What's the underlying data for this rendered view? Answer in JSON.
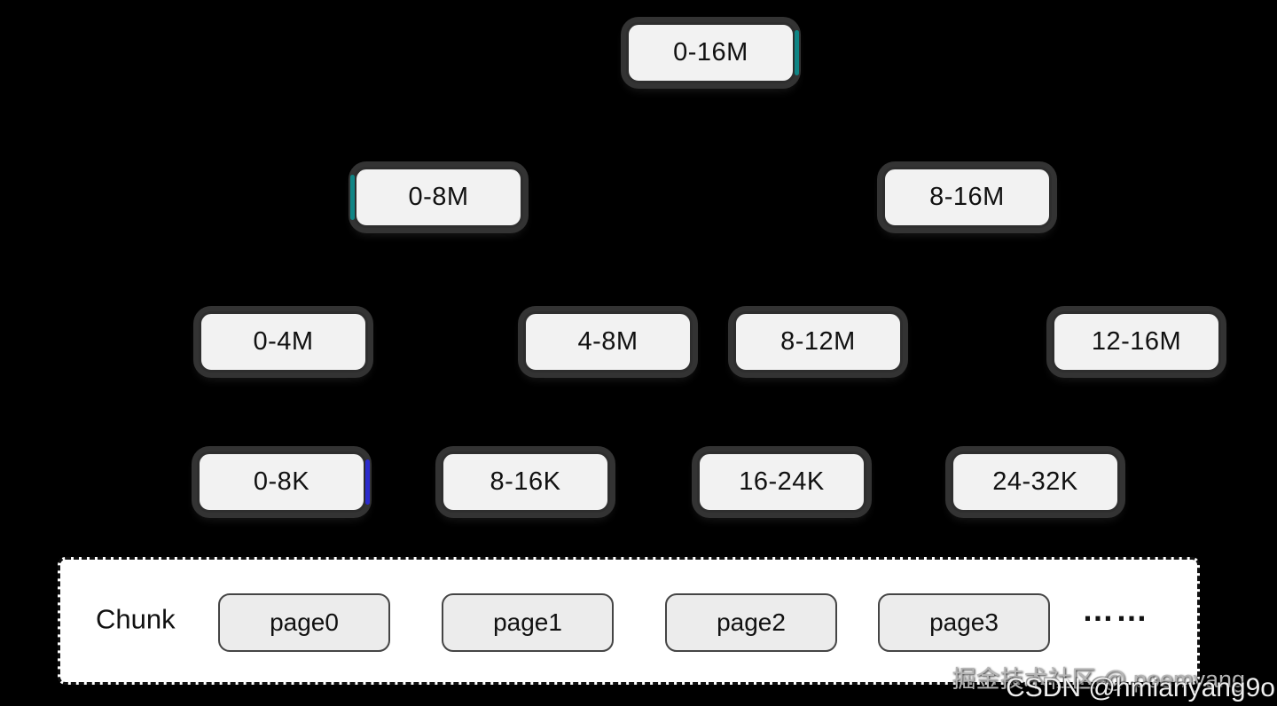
{
  "colors": {
    "background": "#000000",
    "node_fill": "#f2f2f2",
    "node_border": "#2e2e2e",
    "node_halo": "#333333",
    "text": "#111111",
    "chunk_fill": "#ffffff",
    "chunk_border": "#101010",
    "page_fill": "#ececec",
    "page_border": "#454545",
    "accent_teal": "#0e8a8a",
    "accent_blue": "#2b2bd6",
    "watermark_gray": "#b5b5b5",
    "watermark_white": "#efefef"
  },
  "tree": {
    "nodes": [
      {
        "label": "0-16M",
        "level": 1,
        "accent": "teal",
        "accent_side": "right"
      },
      {
        "label": "0-8M",
        "level": 2,
        "accent": "teal",
        "accent_side": "left"
      },
      {
        "label": "8-16M",
        "level": 2
      },
      {
        "label": "0-4M",
        "level": 3
      },
      {
        "label": "4-8M",
        "level": 3
      },
      {
        "label": "8-12M",
        "level": 3
      },
      {
        "label": "12-16M",
        "level": 3
      },
      {
        "label": "0-8K",
        "level": 4,
        "accent": "blue",
        "accent_side": "right"
      },
      {
        "label": "8-16K",
        "level": 4
      },
      {
        "label": "16-24K",
        "level": 4
      },
      {
        "label": "24-32K",
        "level": 4
      }
    ]
  },
  "chunk": {
    "label": "Chunk",
    "pages": [
      "page0",
      "page1",
      "page2",
      "page3"
    ],
    "ellipsis": "……"
  },
  "watermarks": {
    "juejin": "掘金技术社区 @ poemyang",
    "csdn": "CSDN @hmianyang9o"
  }
}
